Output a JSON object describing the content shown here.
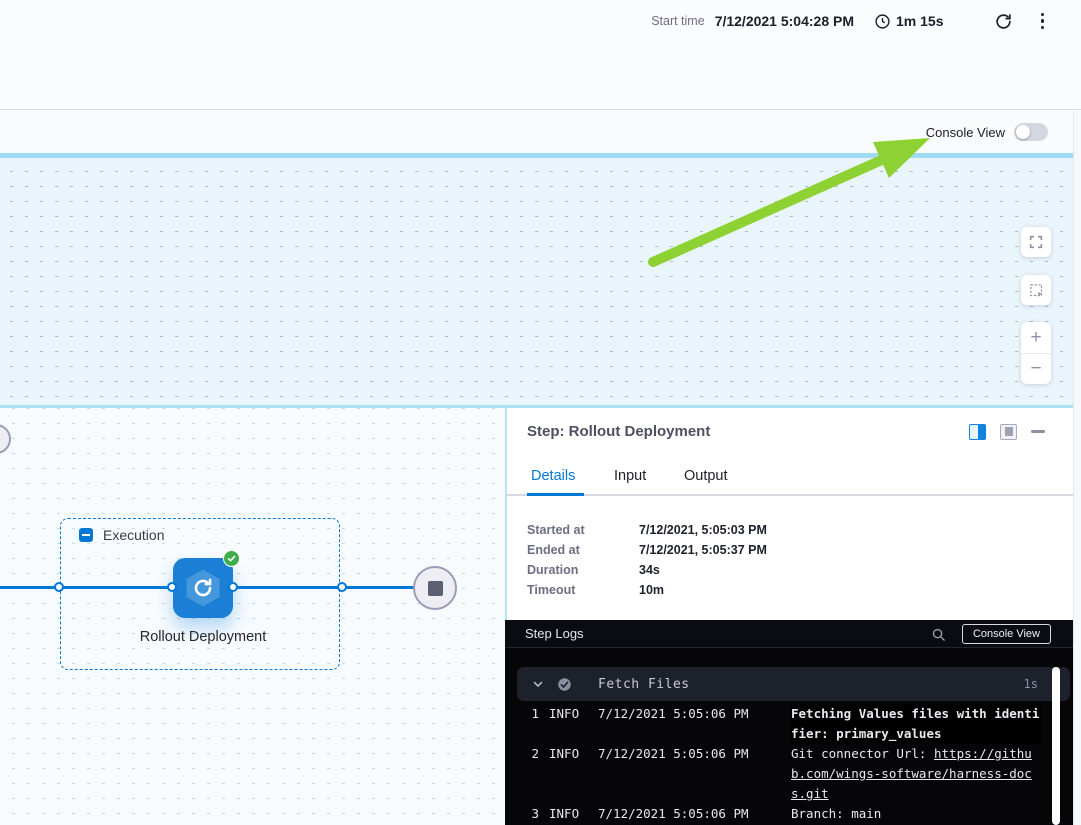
{
  "header": {
    "start_time_label": "Start time",
    "start_time_value": "7/12/2021 5:04:28 PM",
    "duration": "1m 15s"
  },
  "toolbar": {
    "console_view_label": "Console View"
  },
  "canvas": {
    "execution_group_label": "Execution",
    "node_label": "Rollout Deployment",
    "zoom_in_label": "+",
    "zoom_out_label": "−"
  },
  "panel": {
    "title": "Step: Rollout Deployment",
    "tabs": [
      "Details",
      "Input",
      "Output"
    ],
    "active_tab": "Details",
    "details": [
      {
        "label": "Started at",
        "value": "7/12/2021, 5:05:03 PM"
      },
      {
        "label": "Ended at",
        "value": "7/12/2021, 5:05:37 PM"
      },
      {
        "label": "Duration",
        "value": "34s"
      },
      {
        "label": "Timeout",
        "value": "10m"
      }
    ]
  },
  "logs": {
    "title": "Step Logs",
    "console_view_button": "Console View",
    "group": {
      "name": "Fetch Files",
      "duration": "1s"
    },
    "entries": [
      {
        "line": "1",
        "level": "INFO",
        "timestamp": "7/12/2021 5:05:06 PM",
        "message": "Fetching Values files with identifier: primary_values"
      },
      {
        "line": "2",
        "level": "INFO",
        "timestamp": "7/12/2021 5:05:06 PM",
        "message": "Git connector Url: ",
        "link": "https://github.com/wings-software/harness-docs.git"
      },
      {
        "line": "3",
        "level": "INFO",
        "timestamp": "7/12/2021 5:05:06 PM",
        "message": "Branch: main"
      }
    ]
  },
  "colors": {
    "accent_blue": "#0278d5",
    "canvas_divider_blue": "#9edcf6",
    "annotation_green": "#8dd133",
    "success_green": "#3fae49",
    "log_background": "#060608"
  }
}
